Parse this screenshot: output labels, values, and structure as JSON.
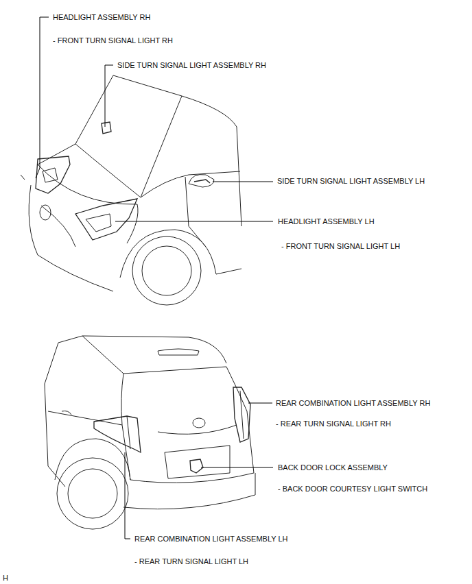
{
  "diagram": {
    "labels": [
      "HEADLIGHT ASSEMBLY RH",
      "- FRONT TURN SIGNAL LIGHT RH",
      "SIDE TURN SIGNAL LIGHT ASSEMBLY RH",
      "SIDE TURN SIGNAL LIGHT ASSEMBLY LH",
      "HEADLIGHT ASSEMBLY LH",
      "- FRONT TURN SIGNAL LIGHT LH",
      "REAR COMBINATION LIGHT ASSEMBLY RH",
      "- REAR TURN SIGNAL LIGHT RH",
      "BACK DOOR LOCK ASSEMBLY",
      "- BACK DOOR COURTESY LIGHT SWITCH",
      "REAR COMBINATION LIGHT ASSEMBLY LH",
      "- REAR TURN SIGNAL LIGHT LH",
      "H"
    ]
  }
}
